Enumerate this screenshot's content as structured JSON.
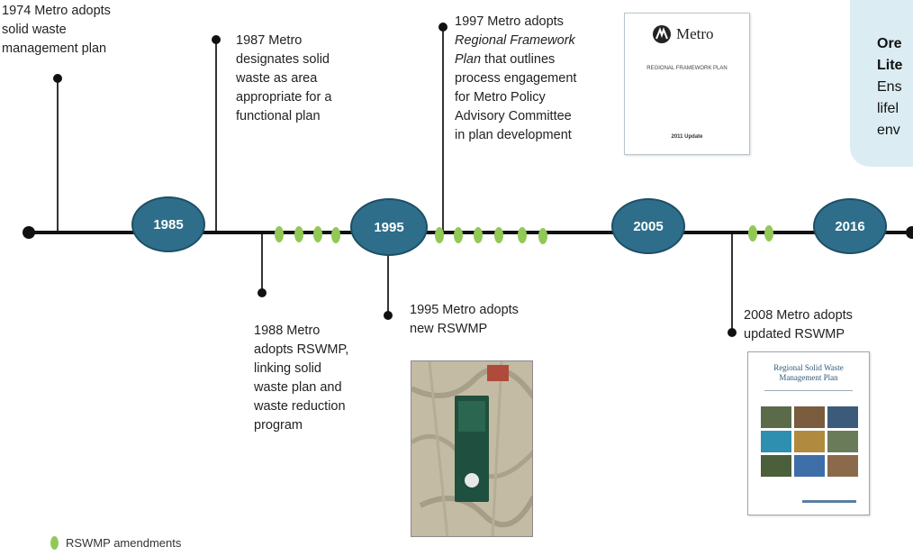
{
  "events": {
    "e1974": [
      "1974 Metro adopts",
      "solid waste",
      "management plan"
    ],
    "e1987": [
      "1987 Metro",
      "designates solid",
      "waste as area",
      "appropriate for a",
      "functional plan"
    ],
    "e1997": {
      "l1": "1997 Metro adopts",
      "l2": "Regional Framework",
      "l3a": "Plan",
      "l3b": " that outlines",
      "l4": "process engagement",
      "l5": "for  Metro Policy",
      "l6": "Advisory Committee",
      "l7": "in plan development"
    },
    "e1988": [
      "1988 Metro",
      "adopts RSWMP,",
      "linking solid",
      "waste plan and",
      "waste reduction",
      "program"
    ],
    "e1995": [
      "1995 Metro adopts",
      "new RSWMP"
    ],
    "e2008": [
      "2008 Metro adopts",
      "updated RSWMP"
    ]
  },
  "nodes": [
    "1985",
    "1995",
    "2005",
    "2016"
  ],
  "callout": {
    "l1": "Ore",
    "l2": "Lite",
    "l3": "Ens",
    "l4": "lifel",
    "l5": "env"
  },
  "doc_framework": {
    "logo_text": "Metro",
    "title": "REGIONAL FRAMEWORK PLAN",
    "footer": "2011 Update"
  },
  "doc_rswmp2008": {
    "title1": "Regional Solid Waste",
    "title2": "Management Plan"
  },
  "legend": {
    "label": "RSWMP amendments"
  },
  "colors": {
    "node": "#2e6e8a",
    "amendment": "#92c855",
    "callout": "#dcecf3"
  }
}
